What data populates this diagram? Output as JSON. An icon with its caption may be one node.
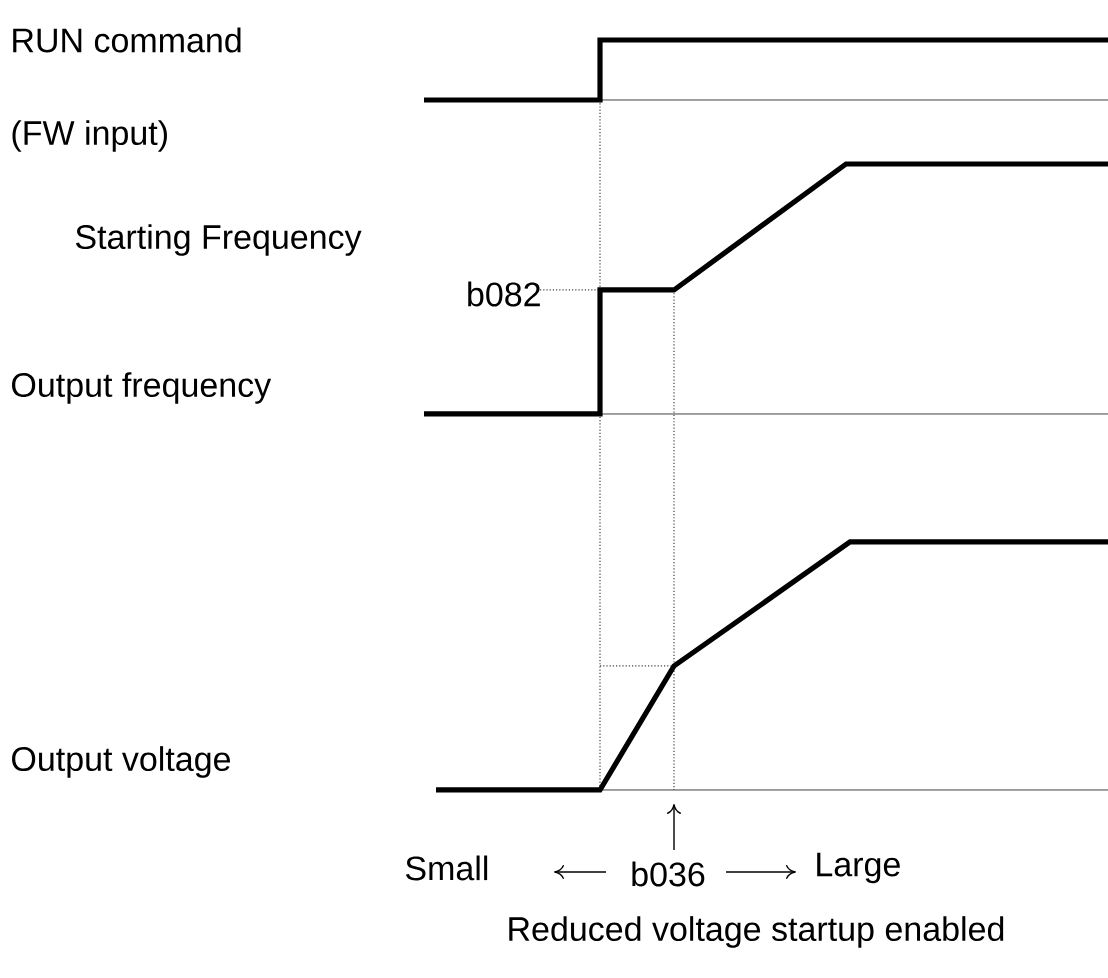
{
  "diagram": {
    "labels": [
      "RUN command",
      "(FW input)",
      "Starting Frequency",
      "b082",
      "Output frequency",
      "Output voltage",
      "Small",
      "b036",
      "Large",
      "Reduced voltage startup enabled"
    ]
  }
}
